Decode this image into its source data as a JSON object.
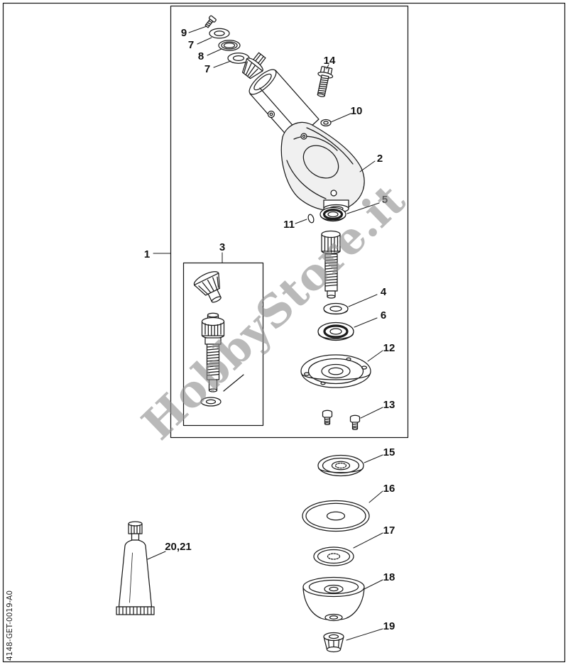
{
  "page": {
    "watermark": "HobbyStore.it",
    "doc_code": "4148-GET-0019-A0",
    "background_color": "#ffffff",
    "line_color": "#1a1a1a",
    "watermark_color": "#8f8f8f"
  },
  "callouts": [
    "9",
    "7",
    "8",
    "7",
    "14",
    "10",
    "2",
    "5",
    "11",
    "3",
    "1",
    "4",
    "6",
    "12",
    "13",
    "15",
    "16",
    "17",
    "18",
    "19",
    "20,21"
  ]
}
